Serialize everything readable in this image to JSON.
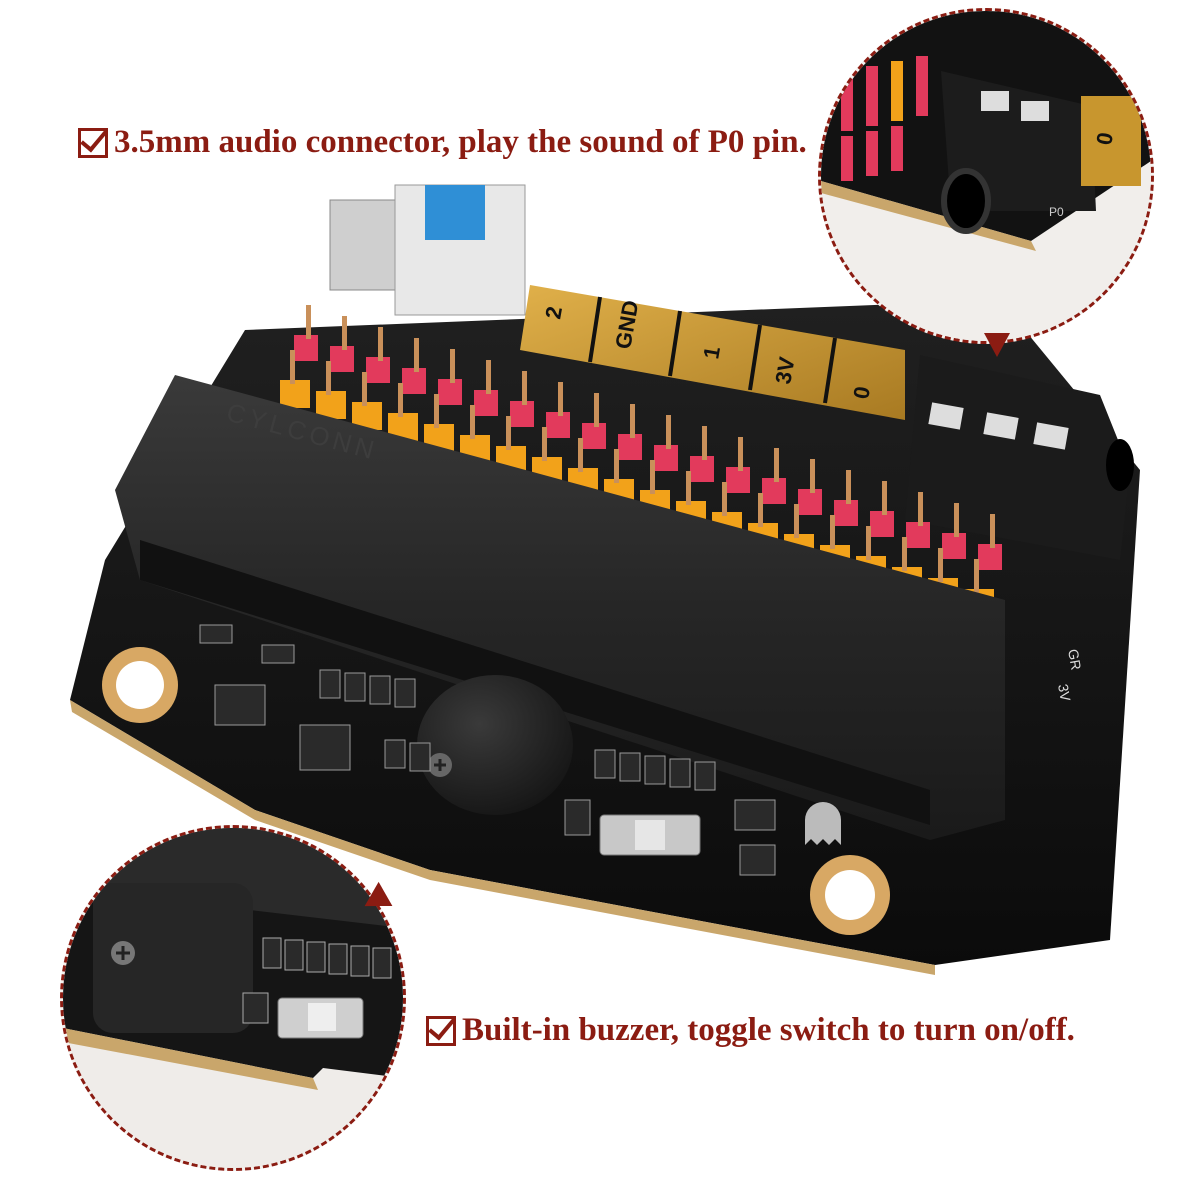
{
  "captions": {
    "audio": "3.5mm audio connector, play the sound of P0 pin.",
    "buzzer": "Built-in buzzer, toggle switch to turn on/off."
  },
  "board": {
    "brand": "CYLCONN",
    "gold_pads": [
      "2",
      "GND",
      "1",
      "3V",
      "0"
    ],
    "side_labels": [
      "GR",
      "3V"
    ],
    "p0_label": "P0",
    "zoom_pad": "0"
  },
  "colors": {
    "accent": "#8b1c12",
    "board": "#141414",
    "connector": "#262626",
    "pin_red": "#e23a5c",
    "pin_yellow": "#f2a21a",
    "gold": "#c8962e"
  },
  "icons": {
    "check": "check-box-icon",
    "arrow": "triangle-down-icon"
  }
}
